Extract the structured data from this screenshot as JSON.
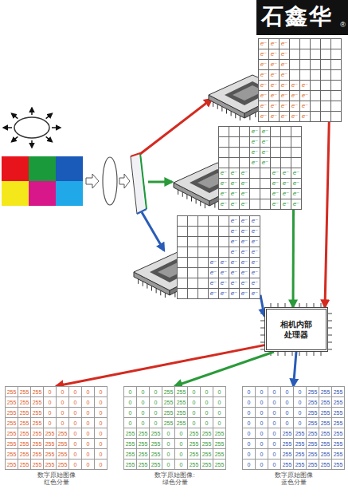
{
  "diagram": {
    "nodes": [
      {
        "text": [
          "e⁻",
          "e⁻",
          "e⁻",
          "e⁻",
          "e⁻",
          "e⁻",
          "e⁻",
          "e⁻",
          "e⁻",
          "e⁻",
          "e⁻",
          "e⁻",
          "e⁻",
          "e⁻",
          "e⁻",
          "e⁻",
          "e⁻",
          "e⁻",
          "e⁻",
          "e⁻",
          "e⁻",
          "e⁻",
          "e⁻",
          "e⁻",
          "e⁻",
          "e⁻",
          "e⁻",
          "e⁻",
          "e⁻",
          "e⁻",
          "e⁻",
          "e⁻"
        ]
      },
      {
        "text": [
          "e⁻",
          "e⁻",
          "e⁻",
          "e⁻",
          "e⁻",
          "e⁻",
          "e⁻",
          "e⁻",
          "e⁻",
          "e⁻",
          "e⁻",
          "e⁻",
          "e⁻",
          "e⁻",
          "e⁻",
          "e⁻",
          "e⁻",
          "e⁻",
          "e⁻",
          "e⁻",
          "e⁻",
          "e⁻",
          "e⁻",
          "e⁻",
          "e⁻",
          "e⁻",
          "e⁻",
          "e⁻",
          "e⁻",
          "e⁻",
          "e⁻",
          "e⁻"
        ]
      },
      {
        "text": [
          "e⁻",
          "e⁻",
          "e⁻",
          "e⁻",
          "e⁻",
          "e⁻",
          "e⁻",
          "e⁻",
          "e⁻",
          "e⁻",
          "e⁻",
          "e⁻",
          "e⁻",
          "e⁻",
          "e⁻",
          "e⁻",
          "e⁻",
          "e⁻",
          "e⁻",
          "e⁻",
          "e⁻",
          "e⁻",
          "e⁻",
          "e⁻",
          "e⁻",
          "e⁻",
          "e⁻",
          "e⁻",
          "e⁻",
          "e⁻",
          "e⁻",
          "e⁻"
        ]
      },
      {
        "text": [
          "相机内部 处理器"
        ]
      },
      {
        "text": [
          "数字原始图像 红色分量",
          "255",
          "255",
          "255",
          "0",
          "0",
          "0",
          "0",
          "0",
          "255",
          "255",
          "255",
          "0",
          "0",
          "0",
          "0",
          "0",
          "255",
          "255",
          "255",
          "0",
          "0",
          "0",
          "0",
          "0",
          "255",
          "255",
          "255",
          "0",
          "0",
          "0",
          "0",
          "0",
          "255",
          "255",
          "255",
          "255",
          "255",
          "0",
          "0",
          "0",
          "255",
          "255",
          "255",
          "255",
          "255",
          "0",
          "0",
          "0",
          "255",
          "255",
          "255",
          "255",
          "255",
          "0",
          "0",
          "0",
          "255",
          "255",
          "255",
          "255",
          "255",
          "0",
          "0",
          "0"
        ]
      },
      {
        "text": [
          "数字原始图像: 绿色分量",
          "0",
          "0",
          "0",
          "255",
          "255",
          "0",
          "0",
          "0",
          "0",
          "0",
          "0",
          "255",
          "255",
          "0",
          "0",
          "0",
          "0",
          "0",
          "0",
          "255",
          "255",
          "0",
          "0",
          "0",
          "0",
          "0",
          "0",
          "255",
          "255",
          "0",
          "0",
          "0",
          "255",
          "255",
          "255",
          "0",
          "0",
          "255",
          "255",
          "255",
          "255",
          "255",
          "255",
          "0",
          "0",
          "255",
          "255",
          "255",
          "255",
          "255",
          "255",
          "0",
          "0",
          "255",
          "255",
          "255",
          "255",
          "255",
          "255",
          "0",
          "0",
          "255",
          "255",
          "255"
        ]
      },
      {
        "text": [
          "数字原始图像 蓝色分量",
          "0",
          "0",
          "0",
          "0",
          "0",
          "255",
          "255",
          "255",
          "0",
          "0",
          "0",
          "0",
          "0",
          "255",
          "255",
          "255",
          "0",
          "0",
          "0",
          "0",
          "0",
          "255",
          "255",
          "255",
          "0",
          "0",
          "0",
          "0",
          "0",
          "255",
          "255",
          "255",
          "0",
          "0",
          "0",
          "255",
          "255",
          "255",
          "255",
          "255",
          "0",
          "0",
          "0",
          "255",
          "255",
          "255",
          "255",
          "255",
          "0",
          "0",
          "0",
          "255",
          "255",
          "255",
          "255",
          "255",
          "0",
          "0",
          "0",
          "255",
          "255",
          "255",
          "255",
          "255"
        ]
      }
    ],
    "edges": [
      {
        "from": 0,
        "to": 3,
        "arrow": "to"
      },
      {
        "from": 1,
        "to": 3,
        "arrow": "to"
      },
      {
        "from": 2,
        "to": 3,
        "arrow": "to"
      },
      {
        "from": 3,
        "to": 4,
        "arrow": "to"
      },
      {
        "from": 3,
        "to": 5,
        "arrow": "to"
      },
      {
        "from": 3,
        "to": 6,
        "arrow": "to"
      }
    ],
    "labels": [
      "石鑫华",
      "®"
    ]
  }
}
